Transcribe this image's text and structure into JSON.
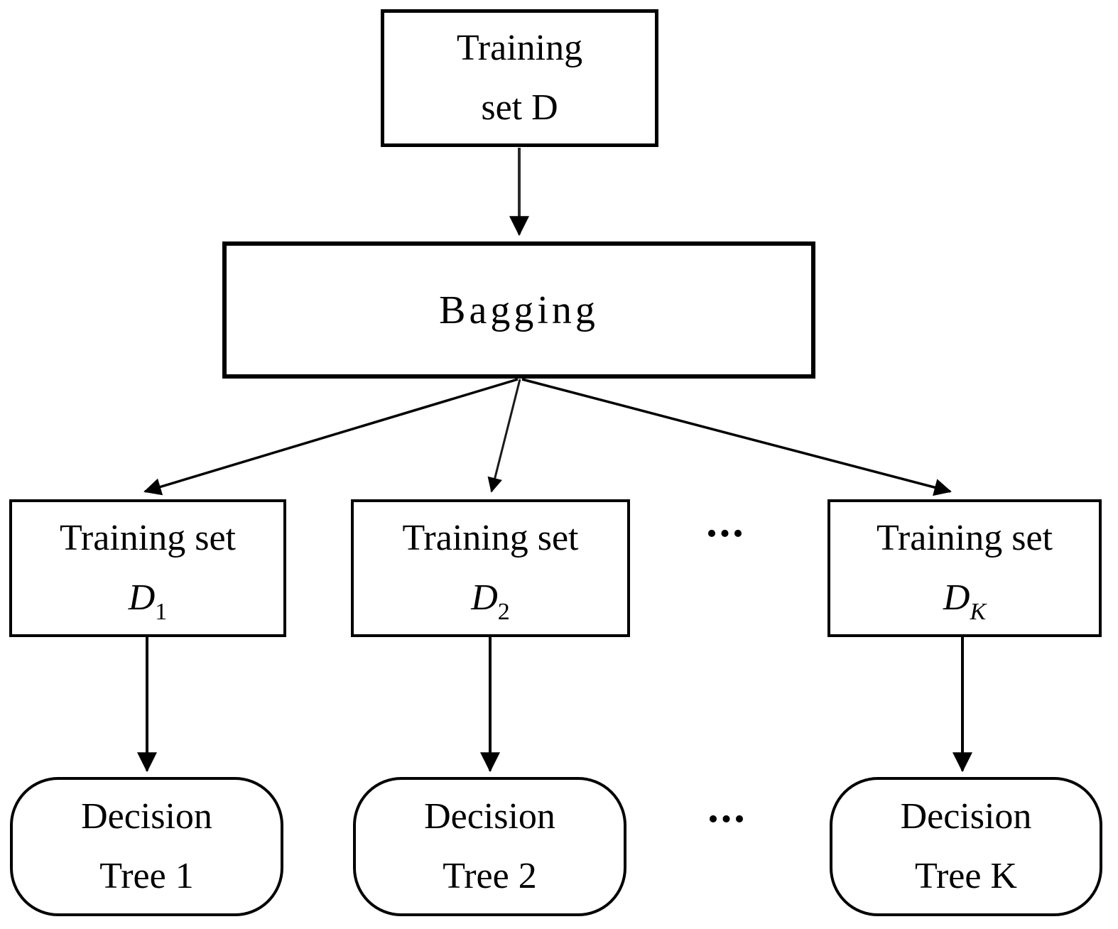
{
  "diagram": {
    "title_hint": "Random Forest bagging flowchart",
    "colors": {
      "background": "#ffffff",
      "line": "#000000",
      "text": "#000000"
    },
    "nodes": {
      "training_d": {
        "line1": "Training",
        "line2": "set D"
      },
      "bagging": {
        "label": "Bagging"
      },
      "ts1": {
        "line1": "Training set",
        "var": "D",
        "sub": "1"
      },
      "ts2": {
        "line1": "Training set",
        "var": "D",
        "sub": "2"
      },
      "tsk": {
        "line1": "Training set",
        "var": "D",
        "sub": "K"
      },
      "dt1": {
        "line1": "Decision",
        "line2": "Tree 1"
      },
      "dt2": {
        "line1": "Decision",
        "line2": "Tree 2"
      },
      "dtk": {
        "line1": "Decision",
        "line2": "Tree K"
      }
    },
    "ellipsis_top": "...",
    "ellipsis_bottom": "..."
  }
}
